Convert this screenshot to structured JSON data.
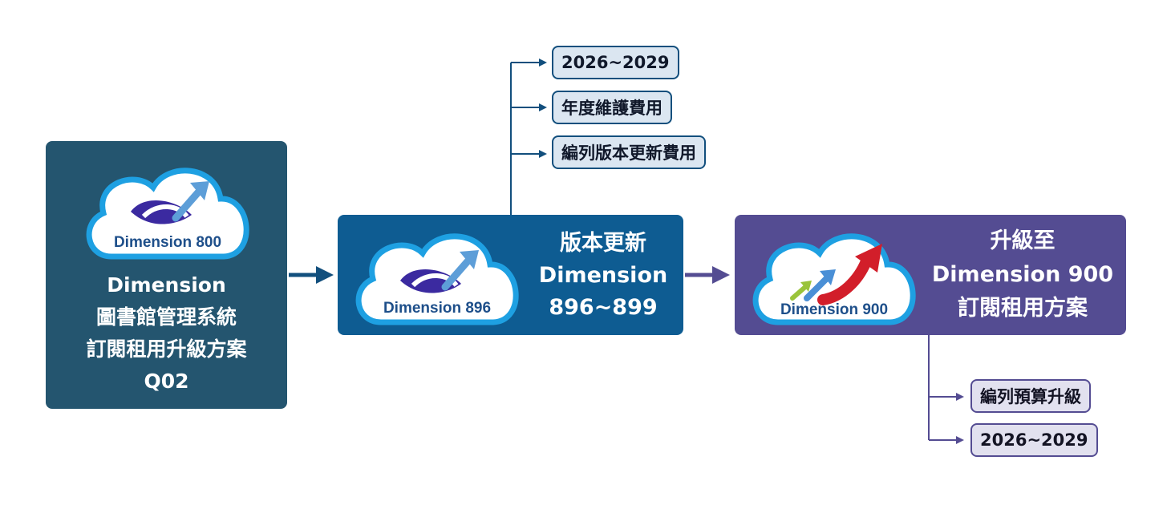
{
  "left_box": {
    "logo_label": "Dimension 800",
    "lines": [
      "Dimension",
      "圖書館管理系統",
      "訂閱租用升級方案",
      "Q02"
    ]
  },
  "middle_box": {
    "logo_label": "Dimension 896",
    "lines": [
      "版本更新",
      "Dimension",
      "896~899"
    ]
  },
  "right_box": {
    "logo_label": "Dimension 900",
    "lines": [
      "升級至",
      "Dimension 900",
      "訂閱租用方案"
    ]
  },
  "top_tags": [
    "2026~2029",
    "年度維護費用",
    "編列版本更新費用"
  ],
  "bottom_tags": [
    "編列預算升級",
    "2026~2029"
  ],
  "colors": {
    "left_box": "#24556f",
    "middle_box": "#0e5c92",
    "right_box": "#544c92",
    "blue_connector": "#124f7d",
    "purple_connector": "#544c92"
  }
}
